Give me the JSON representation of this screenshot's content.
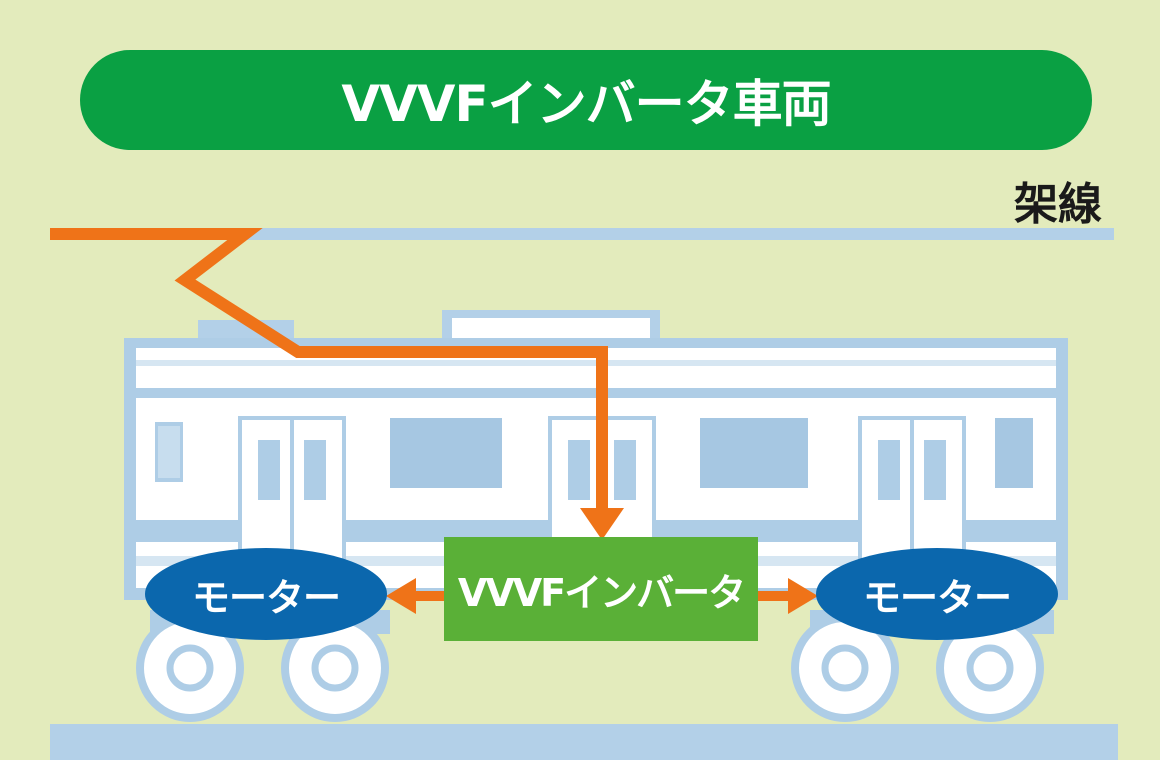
{
  "title": "VVVFインバータ車両",
  "overhead_wire_label": "架線",
  "inverter_label": "VVVFインバータ",
  "motor_left_label": "モーター",
  "motor_right_label": "モーター",
  "colors": {
    "background": "#e3ebbc",
    "title_bg": "#0aa043",
    "current_path": "#ef7318",
    "motor": "#0b67ad",
    "inverter": "#5ab037",
    "car_outline": "#aecde6",
    "car_body": "#ffffff"
  }
}
